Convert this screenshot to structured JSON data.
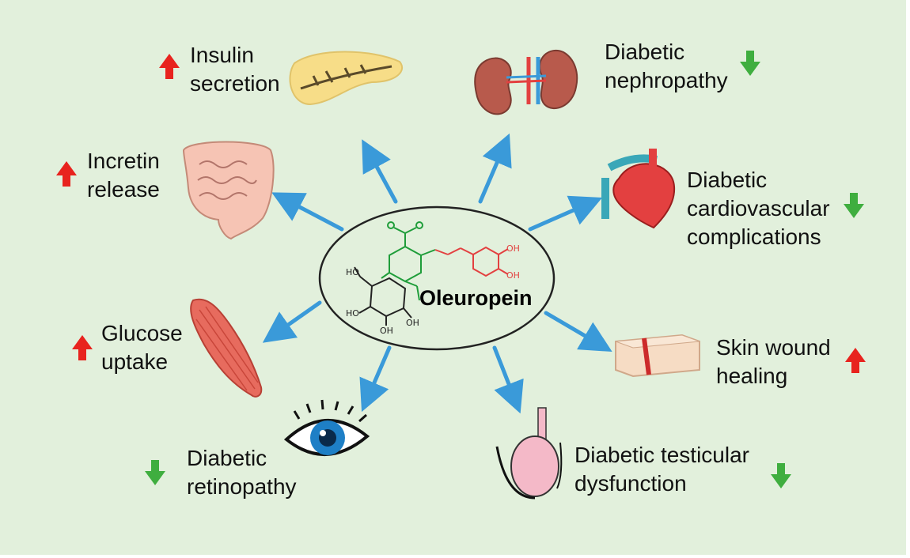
{
  "diagram": {
    "background": "#e2f0dc",
    "arrow_color": "#3a9ad9",
    "up_arrow_color": "#e8231e",
    "down_arrow_color": "#3fae3f",
    "center": {
      "name": "Oleuropein"
    },
    "effects": [
      {
        "id": "insulin",
        "lines": [
          "Insulin",
          "secretion"
        ],
        "direction": "up",
        "icon": "pancreas-icon"
      },
      {
        "id": "nephropathy",
        "lines": [
          "Diabetic",
          "nephropathy"
        ],
        "direction": "down",
        "icon": "kidney-icon"
      },
      {
        "id": "incretin",
        "lines": [
          "Incretin",
          "release"
        ],
        "direction": "up",
        "icon": "intestine-icon"
      },
      {
        "id": "cardio",
        "lines": [
          "Diabetic",
          "cardiovascular",
          "complications"
        ],
        "direction": "down",
        "icon": "heart-icon"
      },
      {
        "id": "glucose",
        "lines": [
          "Glucose",
          "uptake"
        ],
        "direction": "up",
        "icon": "muscle-icon"
      },
      {
        "id": "wound",
        "lines": [
          "Skin wound",
          "healing"
        ],
        "direction": "up",
        "icon": "skin-icon"
      },
      {
        "id": "retinopathy",
        "lines": [
          "Diabetic",
          "retinopathy"
        ],
        "direction": "down",
        "icon": "eye-icon"
      },
      {
        "id": "testicular",
        "lines": [
          "Diabetic testicular",
          "dysfunction"
        ],
        "direction": "down",
        "icon": "testis-icon"
      }
    ]
  }
}
